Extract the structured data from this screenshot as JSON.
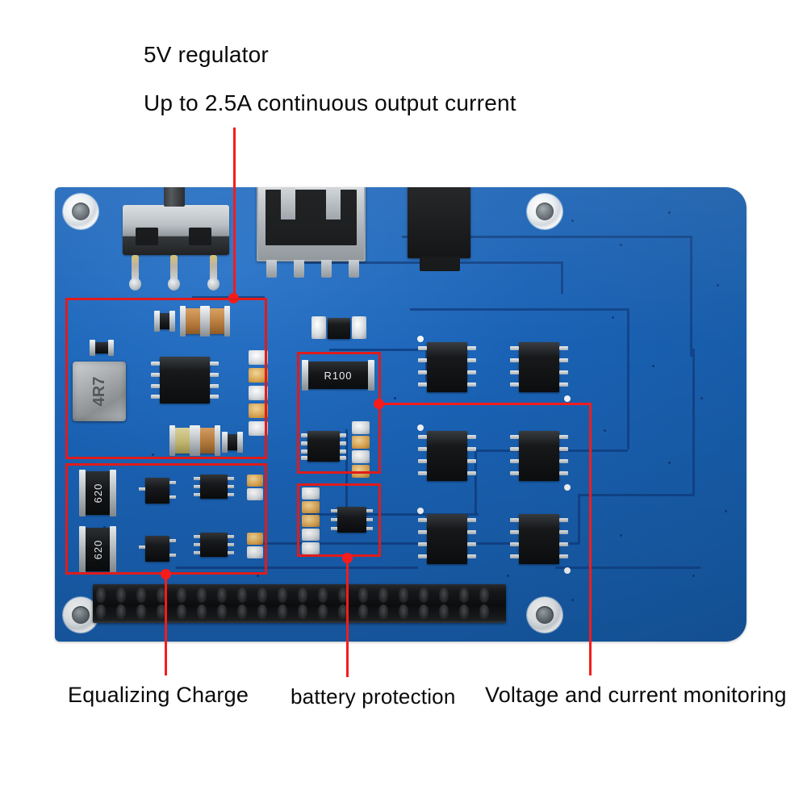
{
  "page": {
    "subject": "Raspberry Pi UPS / power HAT annotated photo",
    "background_color": "#ffffff",
    "annotation_color": "#f61c1c",
    "board_color": "#1a62b5",
    "trace_color": "#11448a"
  },
  "annotations": {
    "regulator_title": "5V regulator",
    "regulator_detail": "Up to 2.5A continuous output current",
    "equalizing_charge": "Equalizing Charge",
    "battery_protection": "battery protection",
    "voltage_current_monitoring": "Voltage and current monitoring"
  },
  "board": {
    "connectors": {
      "power_switch": "slide-switch",
      "usb_port": "usb-a-female",
      "dc_jack": "dc-barrel-jack",
      "gpio_header": "40-pin-gpio-header",
      "gpio_pin_count": 40,
      "gpio_rows": 2,
      "gpio_columns": 20,
      "mounting_holes": 4
    },
    "components": {
      "inductor_marking": "4R7",
      "shunt_resistor_marking": "R100",
      "balance_resistor_1_marking": "620",
      "balance_resistor_2_marking": "620",
      "monitor_ic_count": 6,
      "regulator_ic_marking": "",
      "protection_ic_package": "SOT-23-6"
    }
  }
}
